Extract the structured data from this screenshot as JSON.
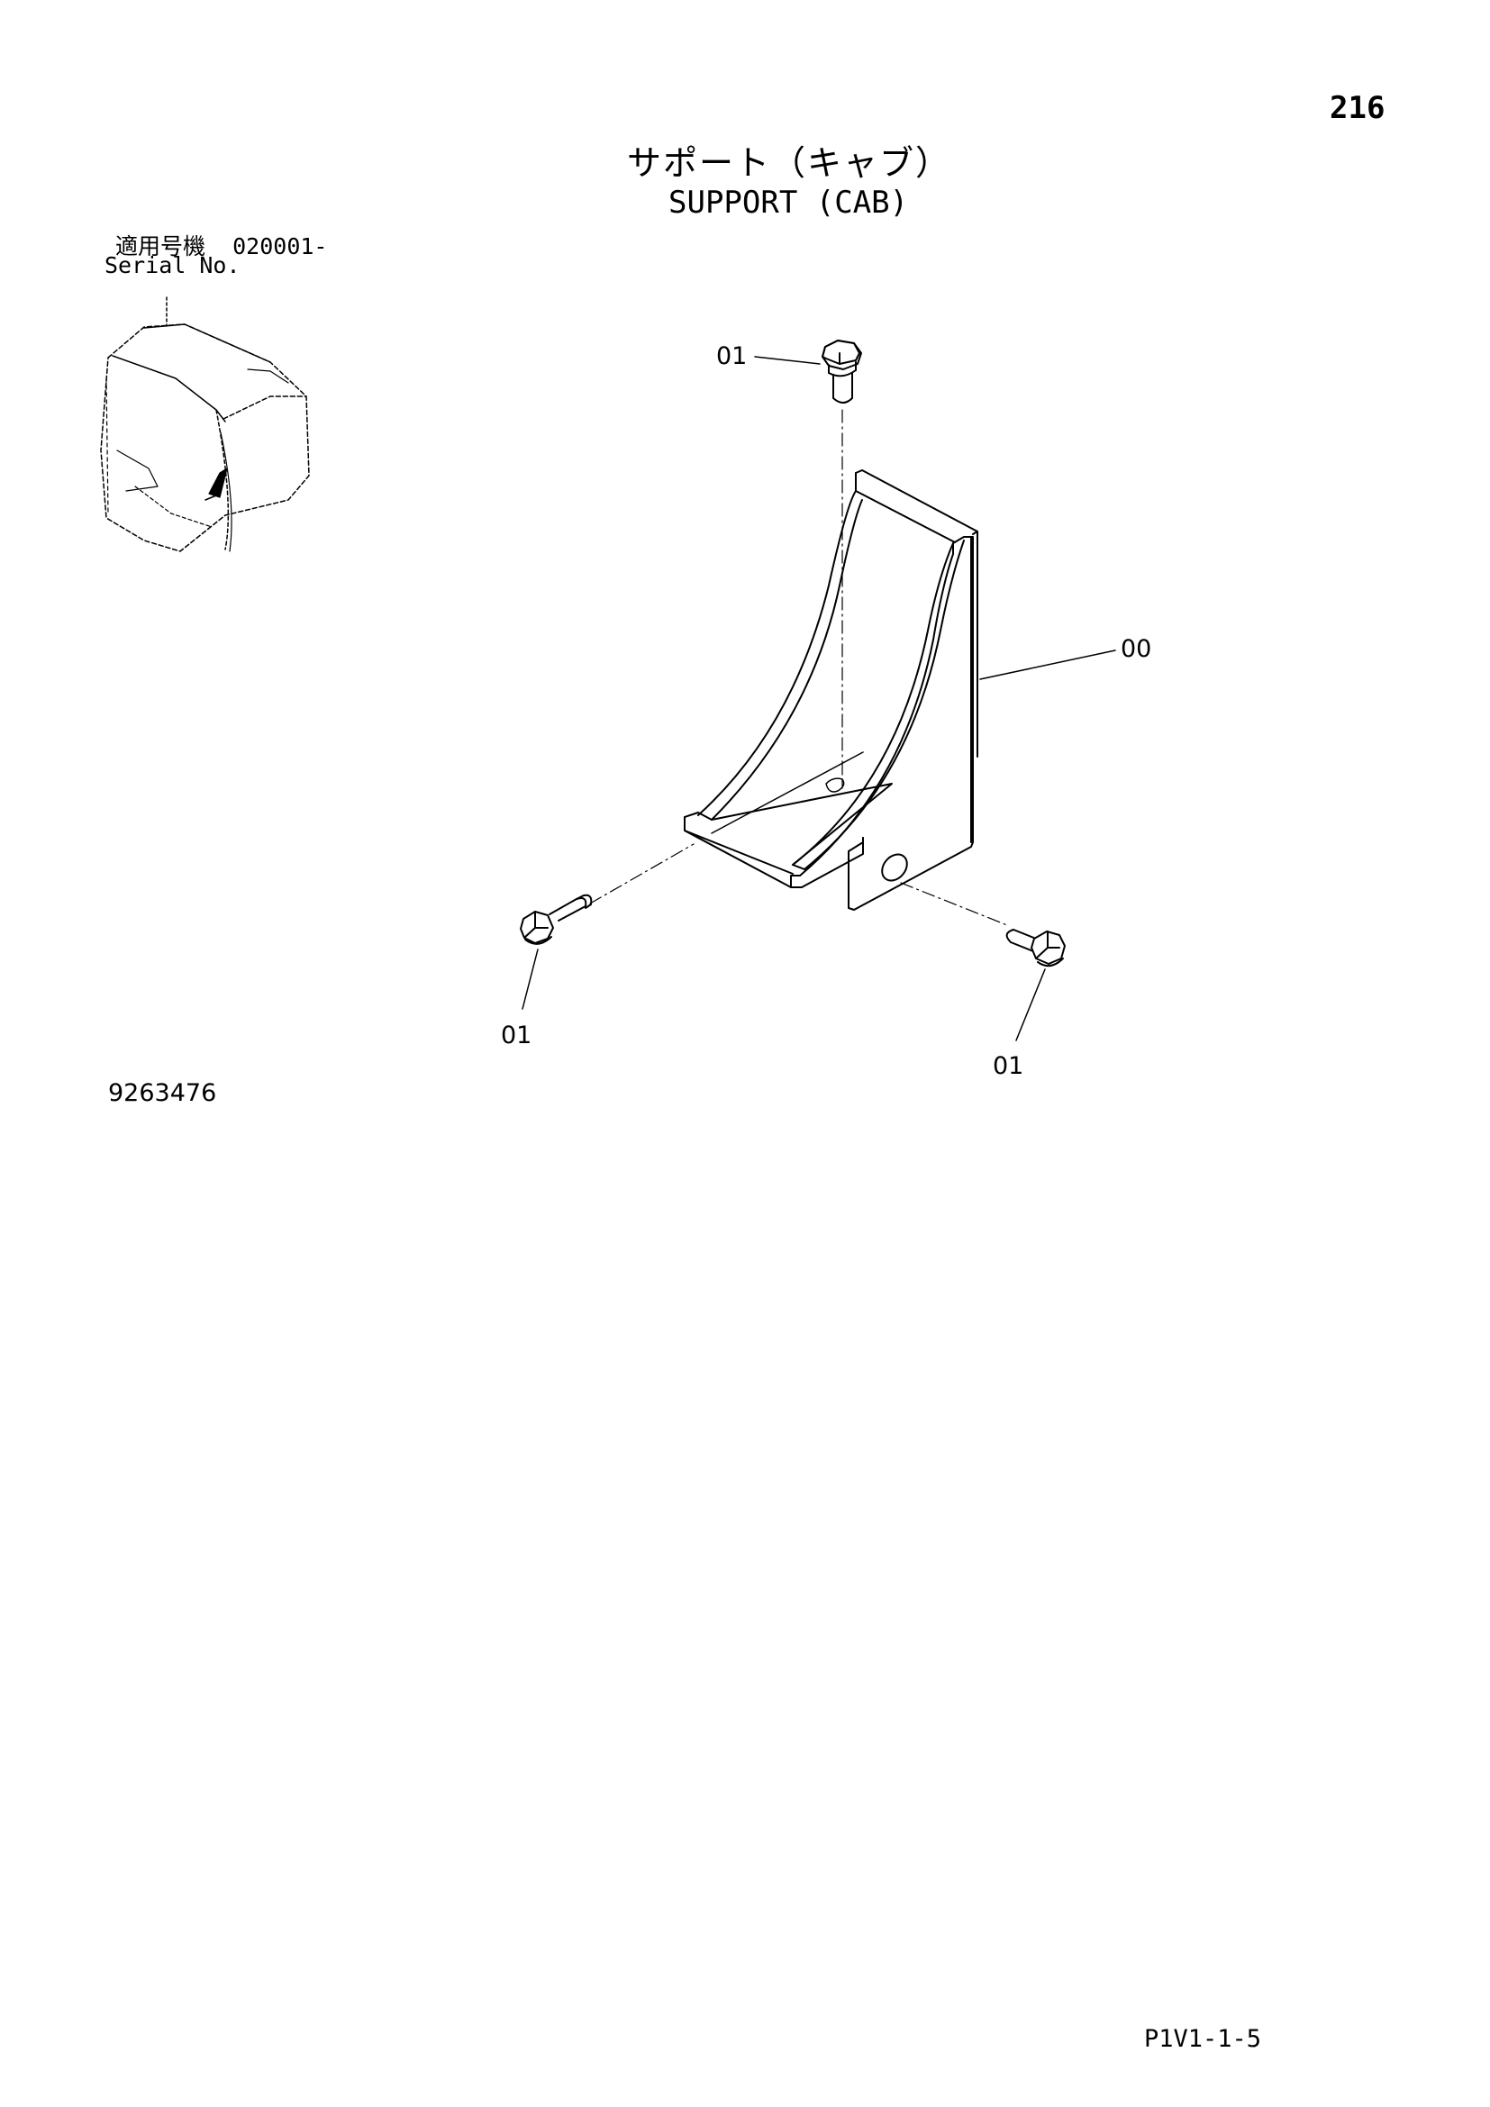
{
  "page_number": "216",
  "title": {
    "japanese": "サポート（キャブ）",
    "english": "SUPPORT (CAB)"
  },
  "serial": {
    "label_jp": "適用号機",
    "value": "020001-",
    "label_en": "Serial No."
  },
  "callouts": {
    "bolt_top": "01",
    "support": "00",
    "bolt_left": "01",
    "bolt_right": "01"
  },
  "drawing_number": "9263476",
  "page_code": "P1V1-1-5"
}
